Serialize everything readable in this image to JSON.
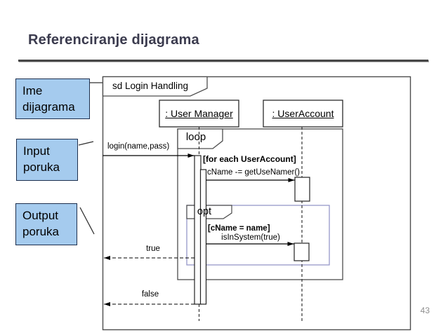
{
  "slide": {
    "title": "Referenciranje dijagrama",
    "page_number": "43"
  },
  "callouts": {
    "diagram_name": {
      "line1": "Ime",
      "line2": "dijagrama"
    },
    "input_message": {
      "line1": "Input",
      "line2": "poruka"
    },
    "output_message": {
      "line1": "Output",
      "line2": "poruka"
    }
  },
  "sequence_diagram": {
    "frame_label": "sd Login Handling",
    "lifelines": {
      "user_manager": ": User Manager",
      "user_account": ": UserAccount"
    },
    "fragments": {
      "loop": {
        "operator": "loop",
        "guard": "[for each UserAccount]"
      },
      "opt": {
        "operator": "opt",
        "guard": "[cName = name]"
      }
    },
    "messages": {
      "login": "login(name,pass)",
      "get_user_name": "cName -= getUseNamer()",
      "is_in_system": "isInSystem(true)",
      "return_true": "true",
      "return_false": "false"
    }
  },
  "colors": {
    "title_text": "#3b3b4e",
    "callout_fill": "#a5cbee",
    "callout_border": "#1d2f4e",
    "frame_stroke": "#4d4d4d",
    "opt_frame_stroke": "#9697ca",
    "page_number_text": "#8f8f8f"
  }
}
